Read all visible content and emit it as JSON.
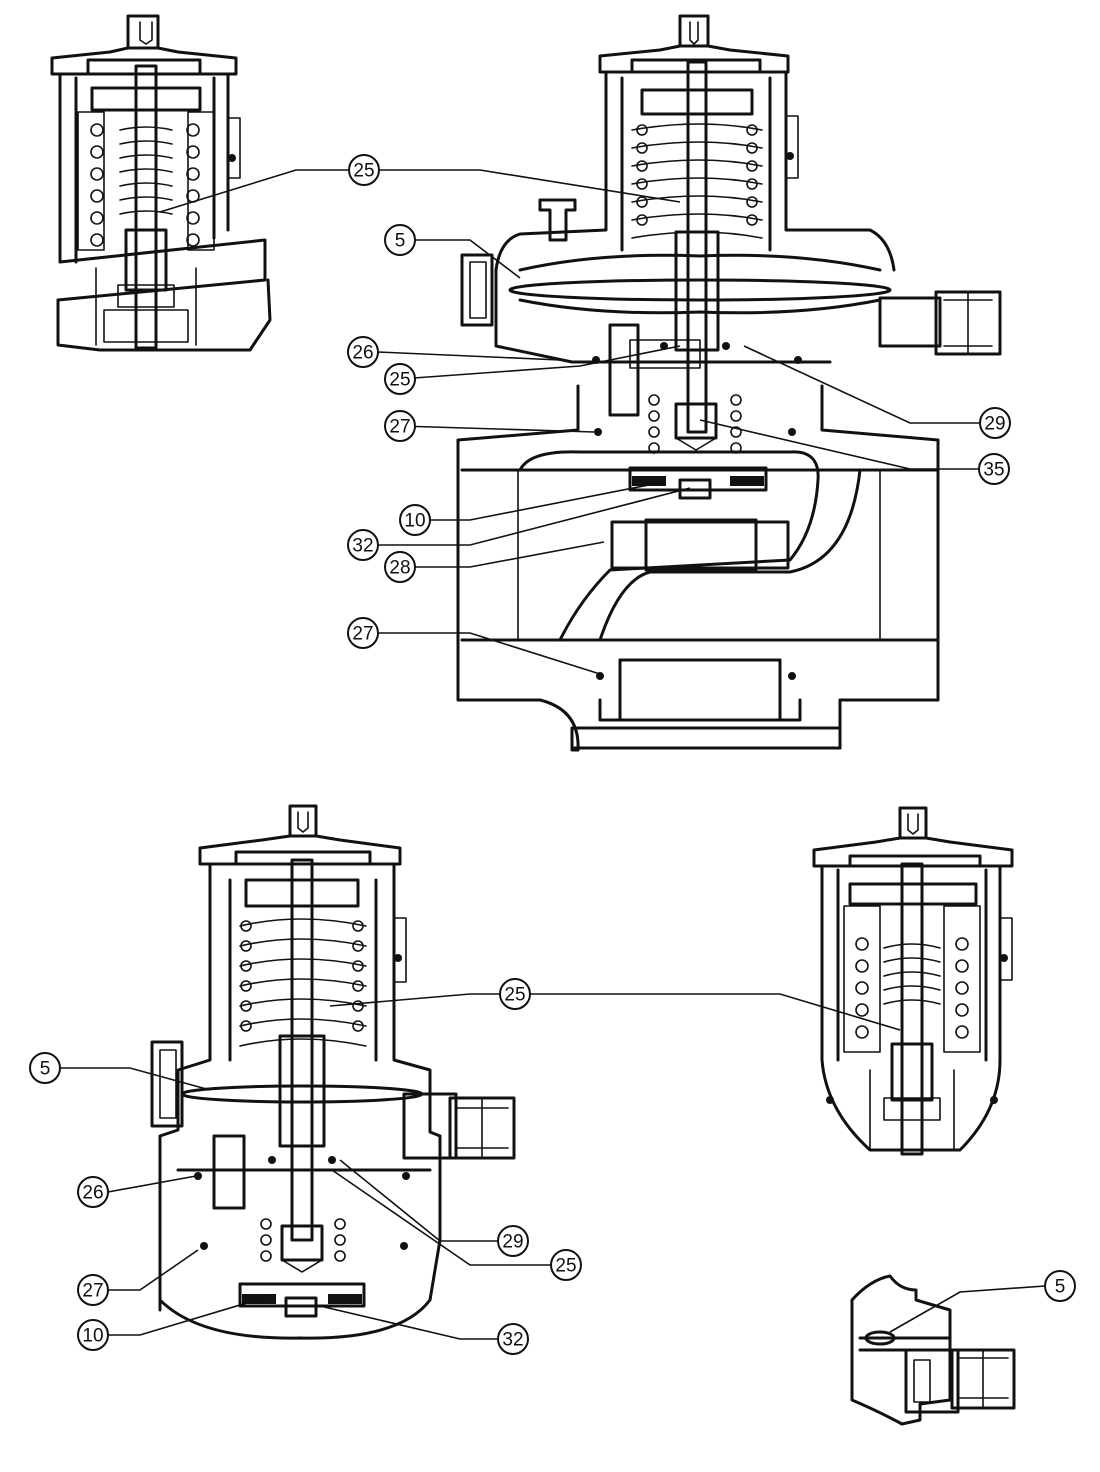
{
  "colors": {
    "ink": "#111111",
    "paper": "#ffffff"
  },
  "views": [
    {
      "id": "top-left-spring-housing"
    },
    {
      "id": "main-regulator-assembly"
    },
    {
      "id": "lower-regulator-assembly"
    },
    {
      "id": "right-spring-housing"
    },
    {
      "id": "bottom-right-inlet-detail"
    }
  ],
  "callouts": [
    {
      "id": "c1",
      "label": "25"
    },
    {
      "id": "c2",
      "label": "5"
    },
    {
      "id": "c3",
      "label": "26"
    },
    {
      "id": "c4",
      "label": "25"
    },
    {
      "id": "c5",
      "label": "29"
    },
    {
      "id": "c6",
      "label": "27"
    },
    {
      "id": "c7",
      "label": "35"
    },
    {
      "id": "c8",
      "label": "10"
    },
    {
      "id": "c9",
      "label": "32"
    },
    {
      "id": "c10",
      "label": "28"
    },
    {
      "id": "c11",
      "label": "27"
    },
    {
      "id": "c12",
      "label": "25"
    },
    {
      "id": "c13",
      "label": "5"
    },
    {
      "id": "c14",
      "label": "26"
    },
    {
      "id": "c15",
      "label": "29"
    },
    {
      "id": "c16",
      "label": "25"
    },
    {
      "id": "c17",
      "label": "27"
    },
    {
      "id": "c18",
      "label": "10"
    },
    {
      "id": "c19",
      "label": "32"
    },
    {
      "id": "c20",
      "label": "5"
    }
  ]
}
